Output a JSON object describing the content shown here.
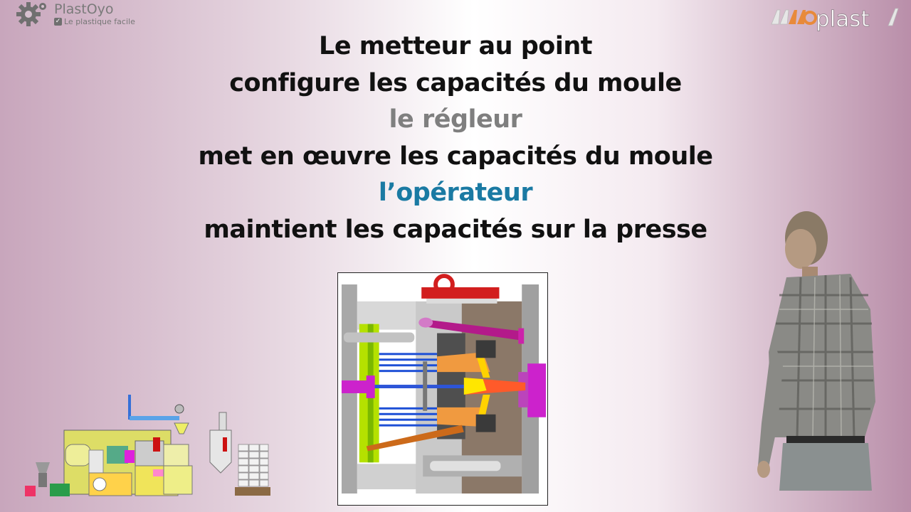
{
  "logos": {
    "left_name": "PlastOyo",
    "left_tagline": "Le plastique facile",
    "left_icon": "gear-icon",
    "left_check_icon": "check-icon",
    "right_name": "plast"
  },
  "slide": {
    "lines": [
      {
        "text": "Le metteur au point",
        "color": "#111111"
      },
      {
        "text": "configure les capacités du moule",
        "color": "#111111"
      },
      {
        "text": "le régleur",
        "color": "#7f7f7f"
      },
      {
        "text": "met en œuvre les capacités du moule",
        "color": "#111111"
      },
      {
        "text": "l’opérateur",
        "color": "#1a7aa3"
      },
      {
        "text": "maintient les capacités sur la presse",
        "color": "#111111"
      }
    ]
  },
  "illustrations": {
    "mold": "injection-mold-diagram",
    "factory": "injection-press-line",
    "person": "operator-person"
  }
}
